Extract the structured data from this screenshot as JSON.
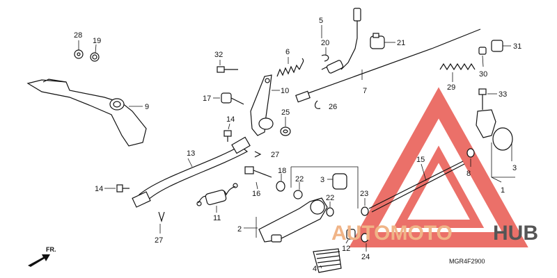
{
  "diagram_code": "MGR4F2900",
  "front_indicator": "FR.",
  "watermark": {
    "word_part1": "AUTOMOTO",
    "word_part2": "HUB",
    "triangle_color": "#e8584f",
    "text_color_part1": "#f0b487",
    "text_color_part2": "#555555"
  },
  "part_labels": [
    "1",
    "2",
    "3",
    "3",
    "4",
    "5",
    "6",
    "7",
    "8",
    "9",
    "10",
    "11",
    "12",
    "13",
    "14",
    "14",
    "15",
    "16",
    "17",
    "18",
    "19",
    "20",
    "21",
    "22",
    "22",
    "23",
    "24",
    "25",
    "26",
    "27",
    "27",
    "28",
    "29",
    "30",
    "31",
    "32",
    "33"
  ]
}
